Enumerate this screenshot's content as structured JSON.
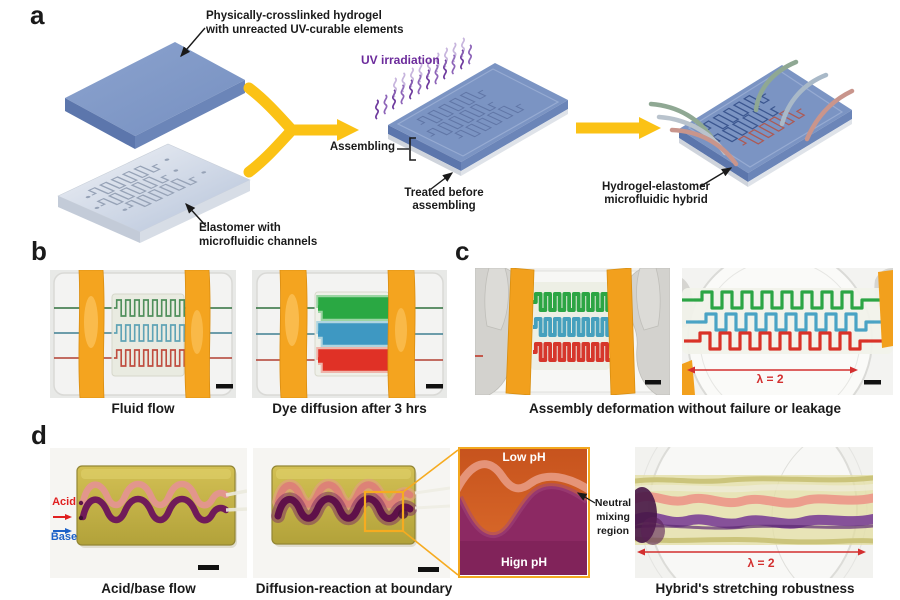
{
  "figure": {
    "panel_a_label": "a",
    "panel_b_label": "b",
    "panel_c_label": "c",
    "panel_d_label": "d"
  },
  "panel_a": {
    "hydrogel_line1": "Physically-crosslinked hydrogel",
    "hydrogel_line2": "with unreacted UV-curable elements",
    "uv_label": "UV irradiation",
    "assembling_label": "Assembling",
    "treated_line1": "Treated before",
    "treated_line2": "assembling",
    "elastomer_line1": "Elastomer with",
    "elastomer_line2": "microfluidic channels",
    "hybrid_line1": "Hydrogel-elastomer",
    "hybrid_line2": "microfluidic hybrid"
  },
  "panel_b": {
    "caption_left": "Fluid flow",
    "caption_right": "Dye diffusion after 3 hrs"
  },
  "panel_c": {
    "caption": "Assembly deformation without failure or leakage",
    "stretch_ratio": "λ = 2"
  },
  "panel_d": {
    "caption_left": "Acid/base flow",
    "caption_mid": "Diffusion-reaction at boundary",
    "caption_right": "Hybrid's stretching robustness",
    "acid_label": "Acid",
    "base_label": "Base",
    "inset_low_ph": "Low pH",
    "inset_high_ph": "Hign pH",
    "neutral_line1": "Neutral",
    "neutral_line2": "mixing",
    "neutral_line3": "region",
    "stretch_ratio": "λ = 2"
  },
  "colors": {
    "hydrogel_blue": "#7b94c3",
    "elastomer_gray": "#dfe5ee",
    "process_arrow_yellow": "#fbc215",
    "uv_purple": "#6b2a9b",
    "tape_orange": "#f4a41f",
    "channel_green": "#2aa843",
    "channel_blue": "#3e98c2",
    "channel_red": "#e03126",
    "lambda_red": "#d32f2f",
    "acid_red": "#e01f1f",
    "base_blue": "#1e62c8",
    "inset_low_ph_orange": "#d2611f",
    "inset_high_ph_purple": "#8c2963",
    "slab_yellow": "#c4b345"
  }
}
